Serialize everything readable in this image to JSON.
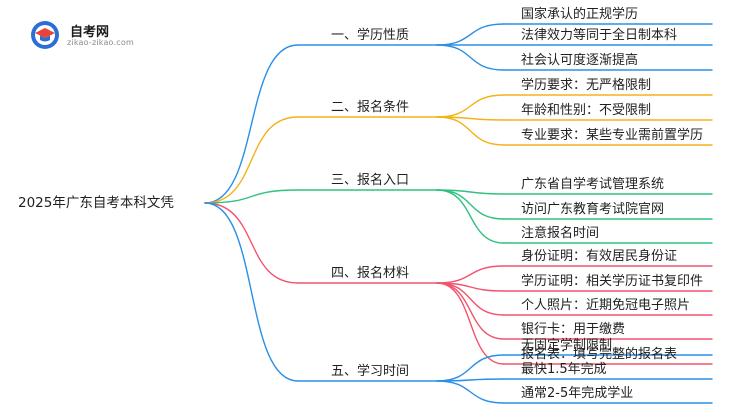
{
  "logo": {
    "name": "自考网",
    "url": "zikao-zikao.com"
  },
  "colors": {
    "blue": "#2b8fe8",
    "orange": "#f2b317",
    "green": "#2ec27e",
    "red": "#f2546e",
    "ink": "#1f1f1f"
  },
  "root": "2025年广东自考本科文凭",
  "branches": [
    {
      "label": "一、学历性质",
      "color": "blue",
      "items": [
        "国家承认的正规学历",
        "法律效力等同于全日制本科",
        "社会认可度逐渐提高"
      ]
    },
    {
      "label": "二、报名条件",
      "color": "orange",
      "items": [
        "学历要求：无严格限制",
        "年龄和性别：不受限制",
        "专业要求：某些专业需前置学历"
      ]
    },
    {
      "label": "三、报名入口",
      "color": "green",
      "items": [
        "广东省自学考试管理系统",
        "访问广东教育考试院官网",
        "注意报名时间"
      ]
    },
    {
      "label": "四、报名材料",
      "color": "red",
      "items": [
        "身份证明：有效居民身份证",
        "学历证明：相关学历证书复印件",
        "个人照片：近期免冠电子照片",
        "银行卡：用于缴费",
        "报名表：填写完整的报名表"
      ]
    },
    {
      "label": "五、学习时间",
      "color": "blue",
      "items": [
        "无固定学制限制",
        "最快1.5年完成",
        "通常2-5年完成学业"
      ]
    }
  ]
}
